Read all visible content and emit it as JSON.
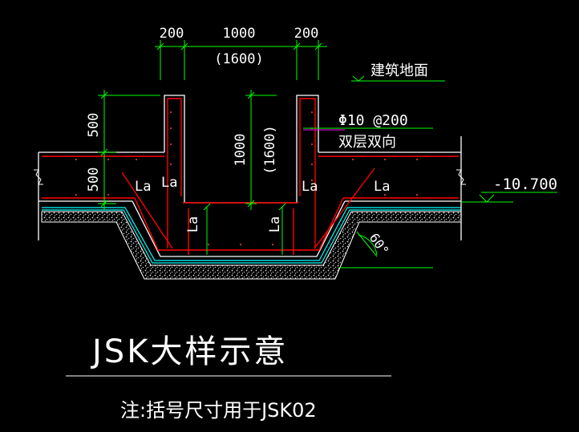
{
  "drawing": {
    "title": "JSK大样示意",
    "note": "注:括号尺寸用于JSK02",
    "dimensions": {
      "top_left": "200",
      "top_middle": "1000",
      "top_middle_alt": "(1600)",
      "top_right": "200",
      "left_upper": "500",
      "left_lower": "500",
      "wall_height": "1000",
      "wall_height_alt": "(1600)"
    },
    "labels": {
      "ground": "建筑地面",
      "rebar_spec": "Φ10 @200",
      "rebar_layers": "双层双向",
      "elevation": "-10.700",
      "angle": "60°",
      "anchor_la": "La"
    },
    "colors": {
      "background": "#000000",
      "outline": "#ffffff",
      "dimension": "#00ff00",
      "rebar": "#ff0000",
      "waterproof": "#00ffff",
      "leader": "#ff00ff",
      "concrete": "#ffffff"
    }
  }
}
